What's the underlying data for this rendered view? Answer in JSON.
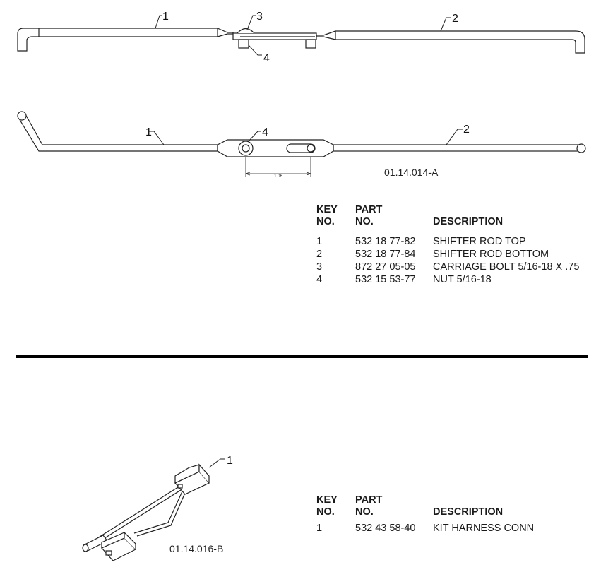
{
  "top": {
    "callouts": {
      "a1": "1",
      "a2": "2",
      "a3": "3",
      "a4": "4",
      "b1": "1",
      "b2": "2",
      "b4": "4"
    },
    "dimension": "1.06",
    "figure_id": "01.14.014-A",
    "table": {
      "headers": {
        "key_l1": "KEY",
        "key_l2": "NO.",
        "part_l1": "PART",
        "part_l2": "NO.",
        "desc": "DESCRIPTION"
      },
      "rows": [
        {
          "key": "1",
          "part": "532 18 77-82",
          "desc": "SHIFTER ROD TOP"
        },
        {
          "key": "2",
          "part": "532 18 77-84",
          "desc": "SHIFTER ROD BOTTOM"
        },
        {
          "key": "3",
          "part": "872 27 05-05",
          "desc": "CARRIAGE BOLT 5/16-18 X .75"
        },
        {
          "key": "4",
          "part": "532 15 53-77",
          "desc": "NUT 5/16-18"
        }
      ]
    }
  },
  "bottom": {
    "callouts": {
      "c1": "1"
    },
    "figure_id": "01.14.016-B",
    "table": {
      "headers": {
        "key_l1": "KEY",
        "key_l2": "NO.",
        "part_l1": "PART",
        "part_l2": "NO.",
        "desc": "DESCRIPTION"
      },
      "rows": [
        {
          "key": "1",
          "part": "532 43 58-40",
          "desc": "KIT HARNESS CONN"
        }
      ]
    }
  }
}
